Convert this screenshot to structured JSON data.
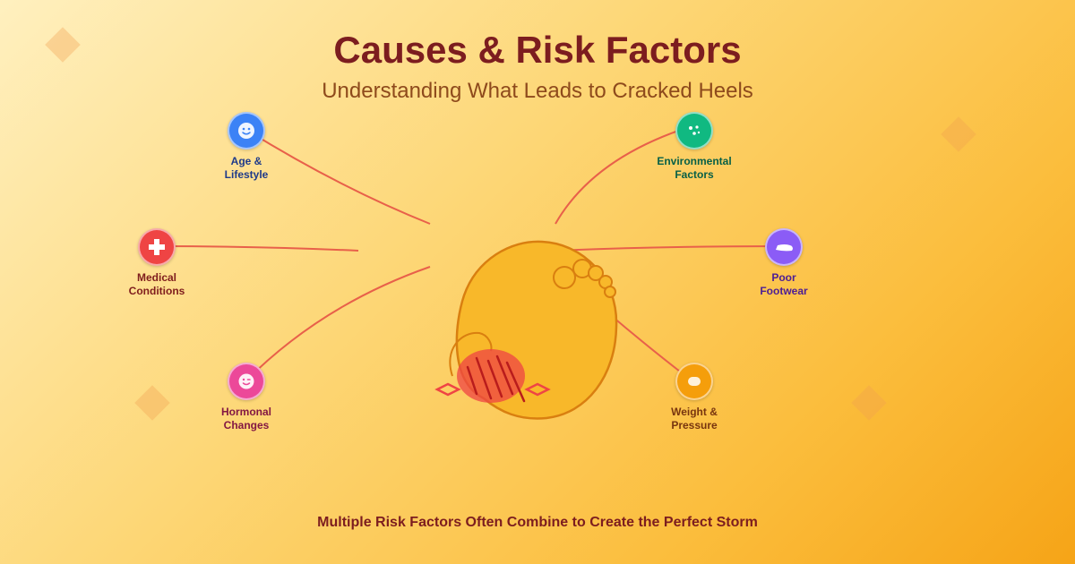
{
  "title": "Causes & Risk Factors",
  "subtitle": "Understanding What Leads to Cracked Heels",
  "footer": "Multiple Risk Factors Often Combine to Create the Perfect Storm",
  "nodes": {
    "age": {
      "label": "Age &\nLifestyle",
      "color": "#3b82f6",
      "text_color": "#1e3a8a",
      "icon": "face-icon"
    },
    "environmental": {
      "label": "Environmental\nFactors",
      "color": "#10b981",
      "text_color": "#065f46",
      "icon": "particles-icon"
    },
    "medical": {
      "label": "Medical\nConditions",
      "color": "#ef4444",
      "text_color": "#7f1d1d",
      "icon": "medical-cross-icon"
    },
    "footwear": {
      "label": "Poor\nFootwear",
      "color": "#8b5cf6",
      "text_color": "#4c1d95",
      "icon": "shoe-icon"
    },
    "hormonal": {
      "label": "Hormonal\nChanges",
      "color": "#ec4899",
      "text_color": "#831843",
      "icon": "winking-face-icon"
    },
    "weight": {
      "label": "Weight &\nPressure",
      "color": "#f59e0b",
      "text_color": "#78350f",
      "icon": "weight-icon"
    }
  },
  "colors": {
    "connector": "#e8604a",
    "foot_fill": "#f8b82a",
    "foot_stroke": "#d97f10",
    "crack_zone": "#ef4444"
  }
}
